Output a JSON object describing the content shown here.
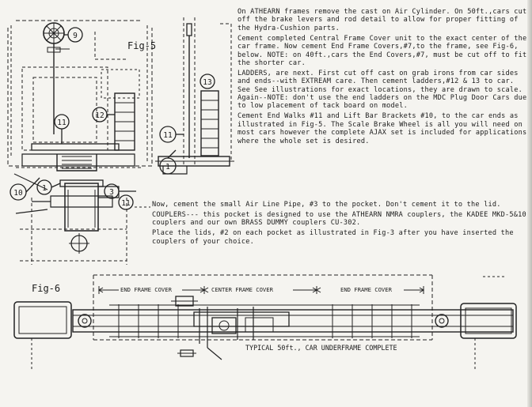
{
  "figures": {
    "fig5": {
      "label": "Fig-5",
      "callouts": [
        "9",
        "12",
        "11",
        "13",
        "11",
        "10",
        "1",
        "3",
        "11",
        "1"
      ]
    },
    "fig6": {
      "label": "Fig-6",
      "end_frame_cover_left": "END FRAME COVER",
      "center_frame_cover": "CENTER FRAME COVER",
      "end_frame_cover_right": "END FRAME COVER",
      "caption": "TYPICAL 50ft., CAR UNDERFRAME COMPLETE"
    }
  },
  "instructions": [
    "On ATHEARN frames remove the cast on Air Cylinder. On 50ft.,cars cut off the brake levers and rod detail to allow for proper fitting of the Hydra-Cushion parts.",
    "Cement completed Central Frame Cover unit to the exact center of the car frame. Now cement End Frame Covers,#7,to the frame, see Fig-6, below. NOTE: on 40ft.,cars the End Covers,#7, must be cut off to fit the shorter car.",
    "LADDERS, are next. First cut off cast on grab irons from car sides and ends--with EXTREAM care. Then cement ladders,#12 & 13 to car. See See illustrations for exact locations, they are drawn to scale. Again--NOTE: don't use the end ladders on the MDC Plug Door Cars due to low placement of tack board on model.",
    "Cement End Walks #11 and Lift Bar Brackets #10, to the car ends as illustrated in Fig-5. The Scale Brake Wheel is all you will need on most cars however the complete AJAX set is included for applications where the whole set is desired."
  ],
  "lower_text": [
    "Now, cement the small Air Line Pipe, #3 to the pocket. Don't cement it to the lid.",
    "COUPLERS--- this pocket is designed to use the ATHEARN NMRA couplers, the KADEE MKD-5&10 couplers and our own BRASS DUMMY couplers CU-302.",
    "Place the lids, #2 on each pocket as illustrated in Fig-3 after you have inserted the couplers of your choice."
  ]
}
